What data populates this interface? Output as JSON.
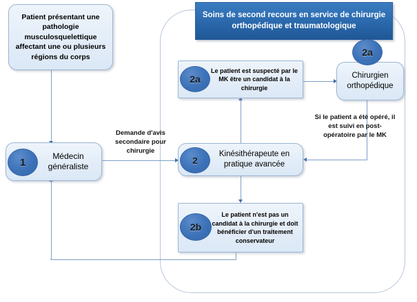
{
  "diagram": {
    "title_banner": "Soins de second recours en service de chirurgie orthopédique et traumatologique",
    "nodes": {
      "patient": {
        "id": "patient-box",
        "text": "Patient présentant une pathologie musculosquelettique affectant une ou plusieurs régions du corps",
        "badge": ""
      },
      "generaliste": {
        "id": "medecin-generaliste-box",
        "text": "Médecin généraliste",
        "badge": "1"
      },
      "kine": {
        "id": "kinesitherapeute-box",
        "text": "Kinésithérapeute en pratique avancée",
        "badge": "2"
      },
      "suspect_surgery": {
        "id": "candidat-chirurgie-box",
        "text": "Le patient est suspecté par le MK être un candidat à la chirurgie",
        "badge": "2a"
      },
      "chirurgien": {
        "id": "chirurgien-orthopedique-box",
        "text": "Chirurgien orthopédique",
        "badge": "2a"
      },
      "conservateur": {
        "id": "traitement-conservateur-box",
        "text": "Le patient n'est pas un candidat à la chirurgie et doit bénéficier d'un traitement conservateur",
        "badge": "2b"
      }
    },
    "edge_labels": {
      "demande_avis": "Demande d'avis secondaire pour chirurgie",
      "suivi_post_op": "Si le patient a été opéré, il est suivi en post-opératoire par le MK"
    },
    "colors": {
      "banner_blue": "#2d6cb0",
      "badge_blue": "#3d72b8",
      "box_fill": "#e3edf8",
      "box_border": "#9bb5d2",
      "connector": "#7d9fc6",
      "zone_border": "#b7c6da"
    }
  }
}
